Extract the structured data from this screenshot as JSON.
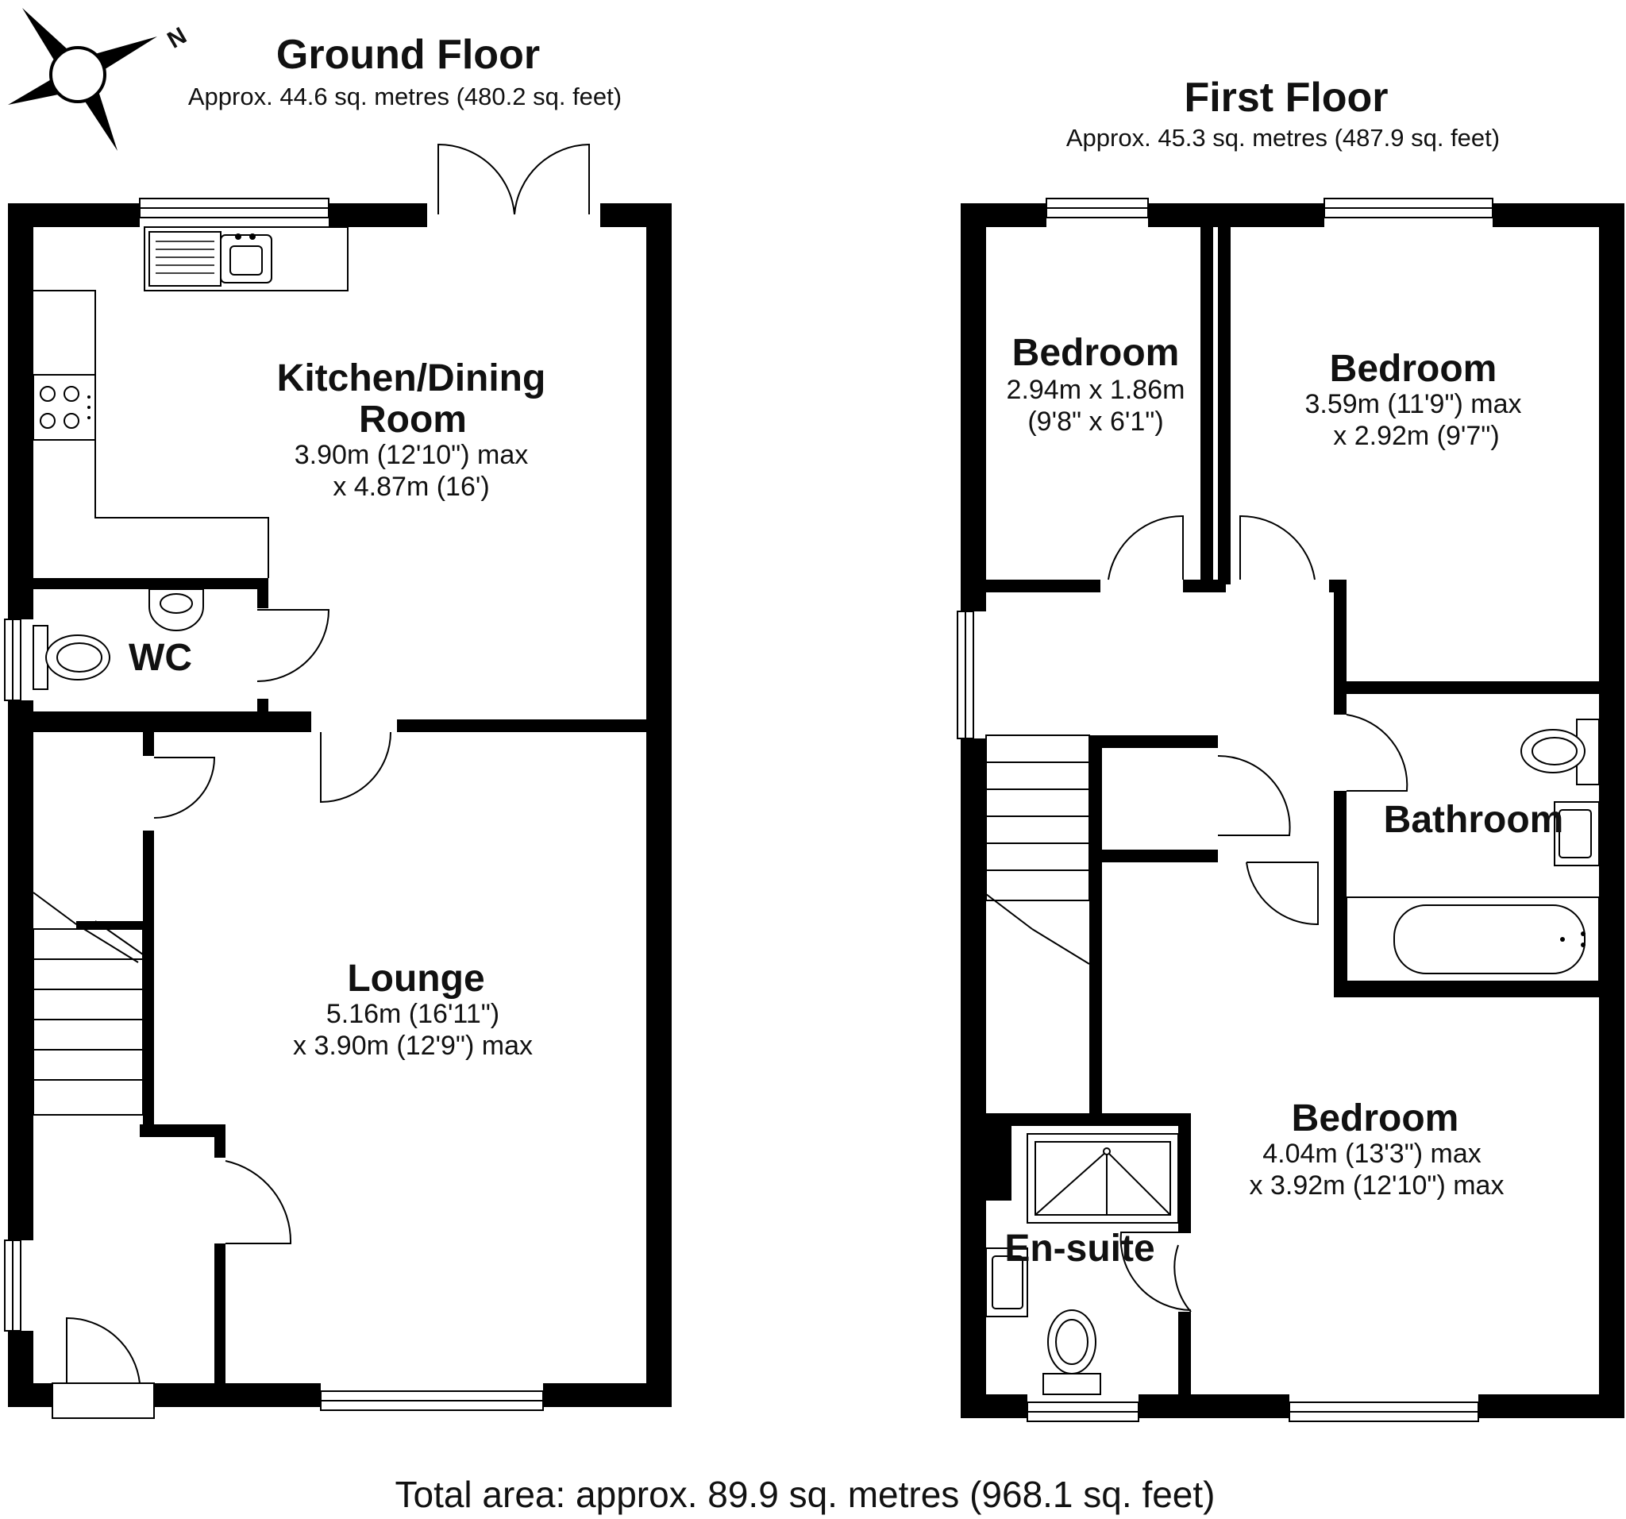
{
  "ground_floor": {
    "title": "Ground Floor",
    "area": "Approx. 44.6 sq. metres (480.2 sq. feet)",
    "kitchen": {
      "name_line1": "Kitchen/Dining",
      "name_line2": "Room",
      "dim_line1": "3.90m (12'10\") max",
      "dim_line2": "x 4.87m (16')"
    },
    "wc": {
      "name": "WC"
    },
    "lounge": {
      "name": "Lounge",
      "dim_line1": "5.16m (16'11\")",
      "dim_line2": "x 3.90m (12'9\") max"
    }
  },
  "first_floor": {
    "title": "First Floor",
    "area": "Approx. 45.3 sq. metres (487.9 sq. feet)",
    "bedroom_small": {
      "name": "Bedroom",
      "dim_line1": "2.94m x 1.86m",
      "dim_line2": "(9'8\" x 6'1\")"
    },
    "bedroom_right": {
      "name": "Bedroom",
      "dim_line1": "3.59m (11'9\") max",
      "dim_line2": "x 2.92m (9'7\")"
    },
    "bathroom": {
      "name": "Bathroom"
    },
    "bedroom_main": {
      "name": "Bedroom",
      "dim_line1": "4.04m (13'3\") max",
      "dim_line2": "x 3.92m (12'10\") max"
    },
    "ensuite": {
      "name": "En-suite"
    }
  },
  "compass": {
    "label": "N"
  },
  "total_area": "Total area: approx. 89.9 sq. metres (968.1 sq. feet)"
}
